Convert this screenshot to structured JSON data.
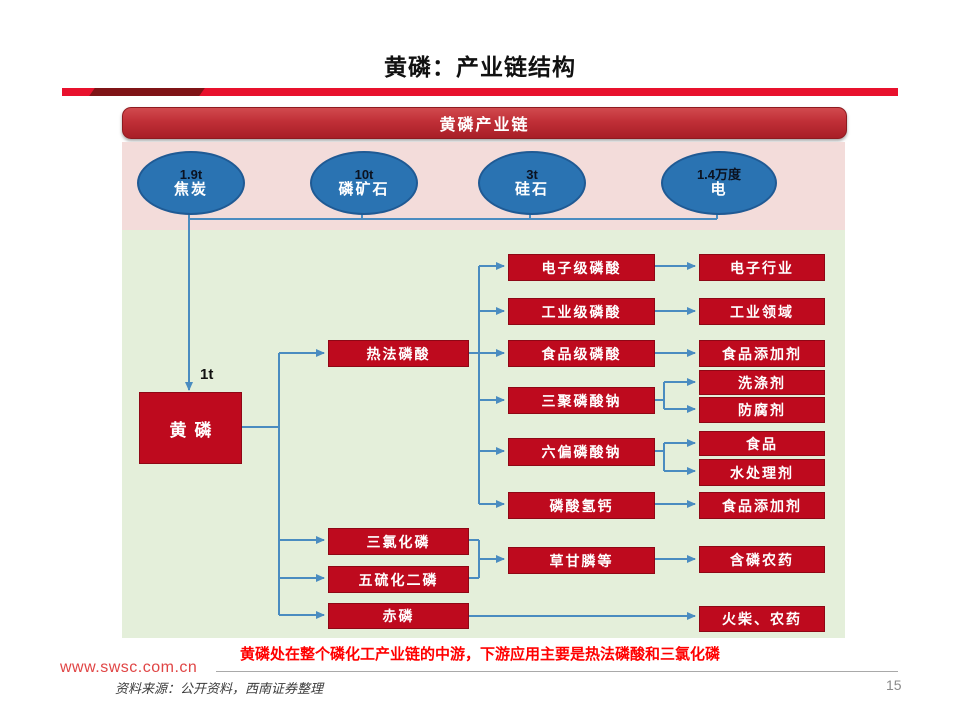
{
  "slide": {
    "title": "黄磷：产业链结构",
    "footnote": "黄磷处在整个磷化工产业链的中游，下游应用主要是热法磷酸和三氯化磷",
    "website": "www.swsc.com.cn",
    "source_note": "资料来源：公开资料，西南证券整理",
    "page_number": "15"
  },
  "diagram": {
    "banner": "黄磷产业链",
    "raw_inputs": [
      {
        "qty": "1.9t",
        "name": "焦炭"
      },
      {
        "qty": "10t",
        "name": "磷矿石"
      },
      {
        "qty": "3t",
        "name": "硅石"
      },
      {
        "qty": "1.4万度",
        "name": "电"
      }
    ],
    "core": {
      "input_qty": "1t",
      "label": "黄磷"
    },
    "intermediates": [
      "热法磷酸",
      "三氯化磷",
      "五硫化二磷",
      "赤磷"
    ],
    "products": [
      "电子级磷酸",
      "工业级磷酸",
      "食品级磷酸",
      "三聚磷酸钠",
      "六偏磷酸钠",
      "磷酸氢钙",
      "草甘膦等"
    ],
    "applications": [
      "电子行业",
      "工业领域",
      "食品添加剂",
      "洗涤剂",
      "防腐剂",
      "食品",
      "水处理剂",
      "食品添加剂",
      "含磷农药",
      "火柴、农药"
    ],
    "colors": {
      "box_red": "#be0a1e",
      "node_blue": "#2a73b2",
      "connector_blue": "#4a8cc0",
      "band_pink": "#f3dcda",
      "band_green": "#e4efda",
      "banner_red": "#c02f37",
      "accent_red": "#e8112d",
      "footnote_red": "#ff0000"
    }
  }
}
